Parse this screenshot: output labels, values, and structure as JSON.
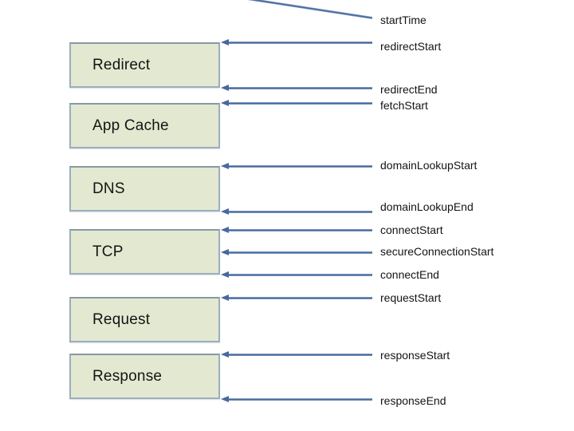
{
  "diagram": {
    "type": "timing-flow-diagram",
    "boxes": [
      {
        "label": "Redirect"
      },
      {
        "label": "App Cache"
      },
      {
        "label": "DNS"
      },
      {
        "label": "TCP"
      },
      {
        "label": "Request"
      },
      {
        "label": "Response"
      }
    ],
    "events": [
      {
        "label": "startTime",
        "points_to": "Redirect top (diagonal arrow)"
      },
      {
        "label": "redirectStart",
        "points_to": "Redirect top"
      },
      {
        "label": "redirectEnd",
        "points_to": "Redirect bottom"
      },
      {
        "label": "fetchStart",
        "points_to": "App Cache top"
      },
      {
        "label": "domainLookupStart",
        "points_to": "DNS top"
      },
      {
        "label": "domainLookupEnd",
        "points_to": "DNS bottom"
      },
      {
        "label": "connectStart",
        "points_to": "TCP top"
      },
      {
        "label": "secureConnectionStart",
        "points_to": "TCP middle"
      },
      {
        "label": "connectEnd",
        "points_to": "TCP bottom"
      },
      {
        "label": "requestStart",
        "points_to": "Request top"
      },
      {
        "label": "responseStart",
        "points_to": "Response top"
      },
      {
        "label": "responseEnd",
        "points_to": "Response bottom"
      }
    ]
  },
  "colors": {
    "box_fill": "#e2e9d0",
    "box_border": "#9caebf",
    "arrow_dark": "#47699b",
    "arrow_light": "#9db5d3",
    "label_text": "#141414"
  }
}
